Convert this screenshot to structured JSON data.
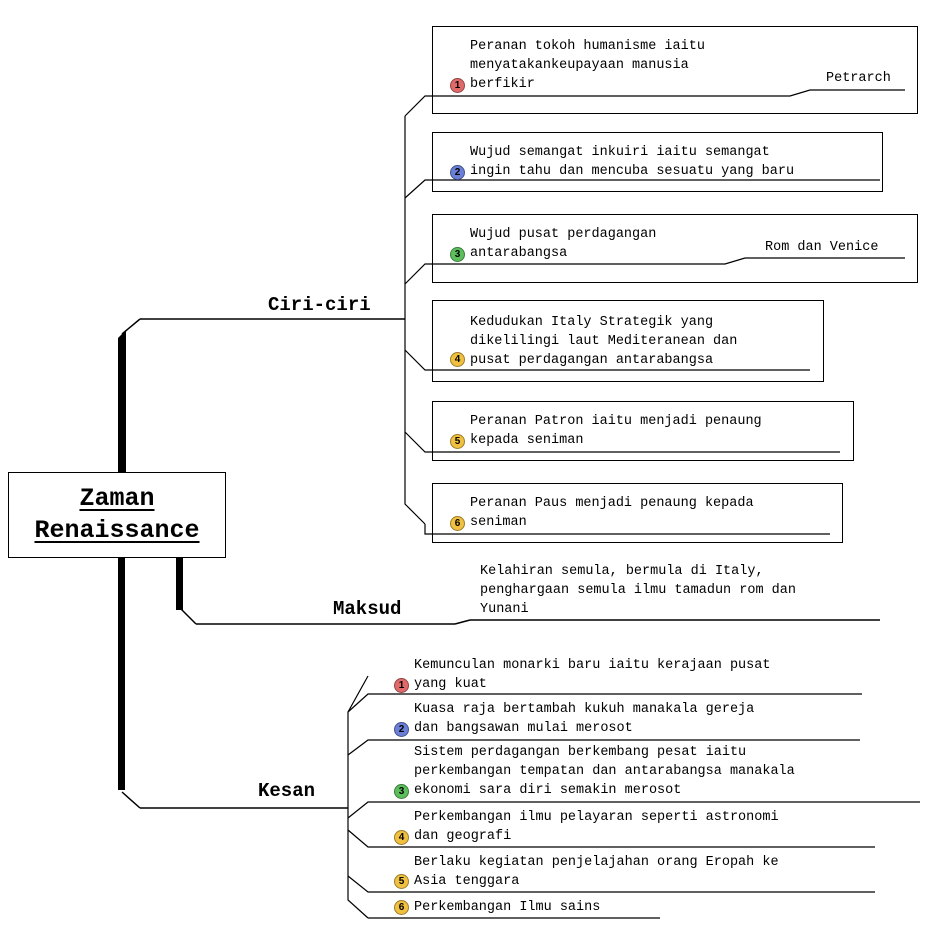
{
  "root": {
    "line1": "Zaman",
    "line2": "Renaissance"
  },
  "branches": {
    "ciri": "Ciri-ciri",
    "maksud": "Maksud",
    "kesan": "Kesan"
  },
  "ciri": [
    {
      "num": "1",
      "lines": [
        "Peranan tokoh humanisme iaitu",
        "menyatakankeupayaan manusia",
        "berfikir"
      ],
      "note": "Petrarch"
    },
    {
      "num": "2",
      "lines": [
        "Wujud semangat inkuiri iaitu semangat",
        "ingin tahu dan mencuba sesuatu yang baru"
      ]
    },
    {
      "num": "3",
      "lines": [
        "Wujud pusat perdagangan",
        "antarabangsa"
      ],
      "note": "Rom dan Venice"
    },
    {
      "num": "4",
      "lines": [
        "Kedudukan Italy Strategik yang",
        "dikelilingi laut Mediteranean dan",
        "pusat perdagangan antarabangsa"
      ]
    },
    {
      "num": "5",
      "lines": [
        "Peranan Patron iaitu menjadi penaung",
        "kepada seniman"
      ]
    },
    {
      "num": "6",
      "lines": [
        "Peranan Paus menjadi penaung kepada",
        "seniman"
      ]
    }
  ],
  "maksud": {
    "lines": [
      "Kelahiran semula, bermula di  Italy,",
      "penghargaan semula ilmu tamadun rom dan",
      "Yunani"
    ]
  },
  "kesan": [
    {
      "num": "1",
      "lines": [
        "Kemunculan monarki baru iaitu kerajaan pusat",
        "yang kuat"
      ]
    },
    {
      "num": "2",
      "lines": [
        "Kuasa raja bertambah kukuh manakala gereja",
        "dan bangsawan mulai merosot"
      ]
    },
    {
      "num": "3",
      "lines": [
        "Sistem perdagangan berkembang pesat iaitu",
        "perkembangan tempatan dan antarabangsa manakala",
        "ekonomi sara diri semakin merosot"
      ]
    },
    {
      "num": "4",
      "lines": [
        "Perkembangan ilmu pelayaran seperti astronomi",
        "dan geografi"
      ]
    },
    {
      "num": "5",
      "lines": [
        "Berlaku kegiatan penjelajahan orang Eropah ke",
        "Asia tenggara"
      ]
    },
    {
      "num": "6",
      "lines": [
        "Perkembangan Ilmu sains"
      ]
    }
  ],
  "colors": {
    "icon1": "#e06a6a",
    "icon2": "#6a7fd6",
    "icon3": "#5cbf5c",
    "icon4": "#f0c040",
    "icon5": "#f0c040",
    "icon6": "#f0c040"
  }
}
